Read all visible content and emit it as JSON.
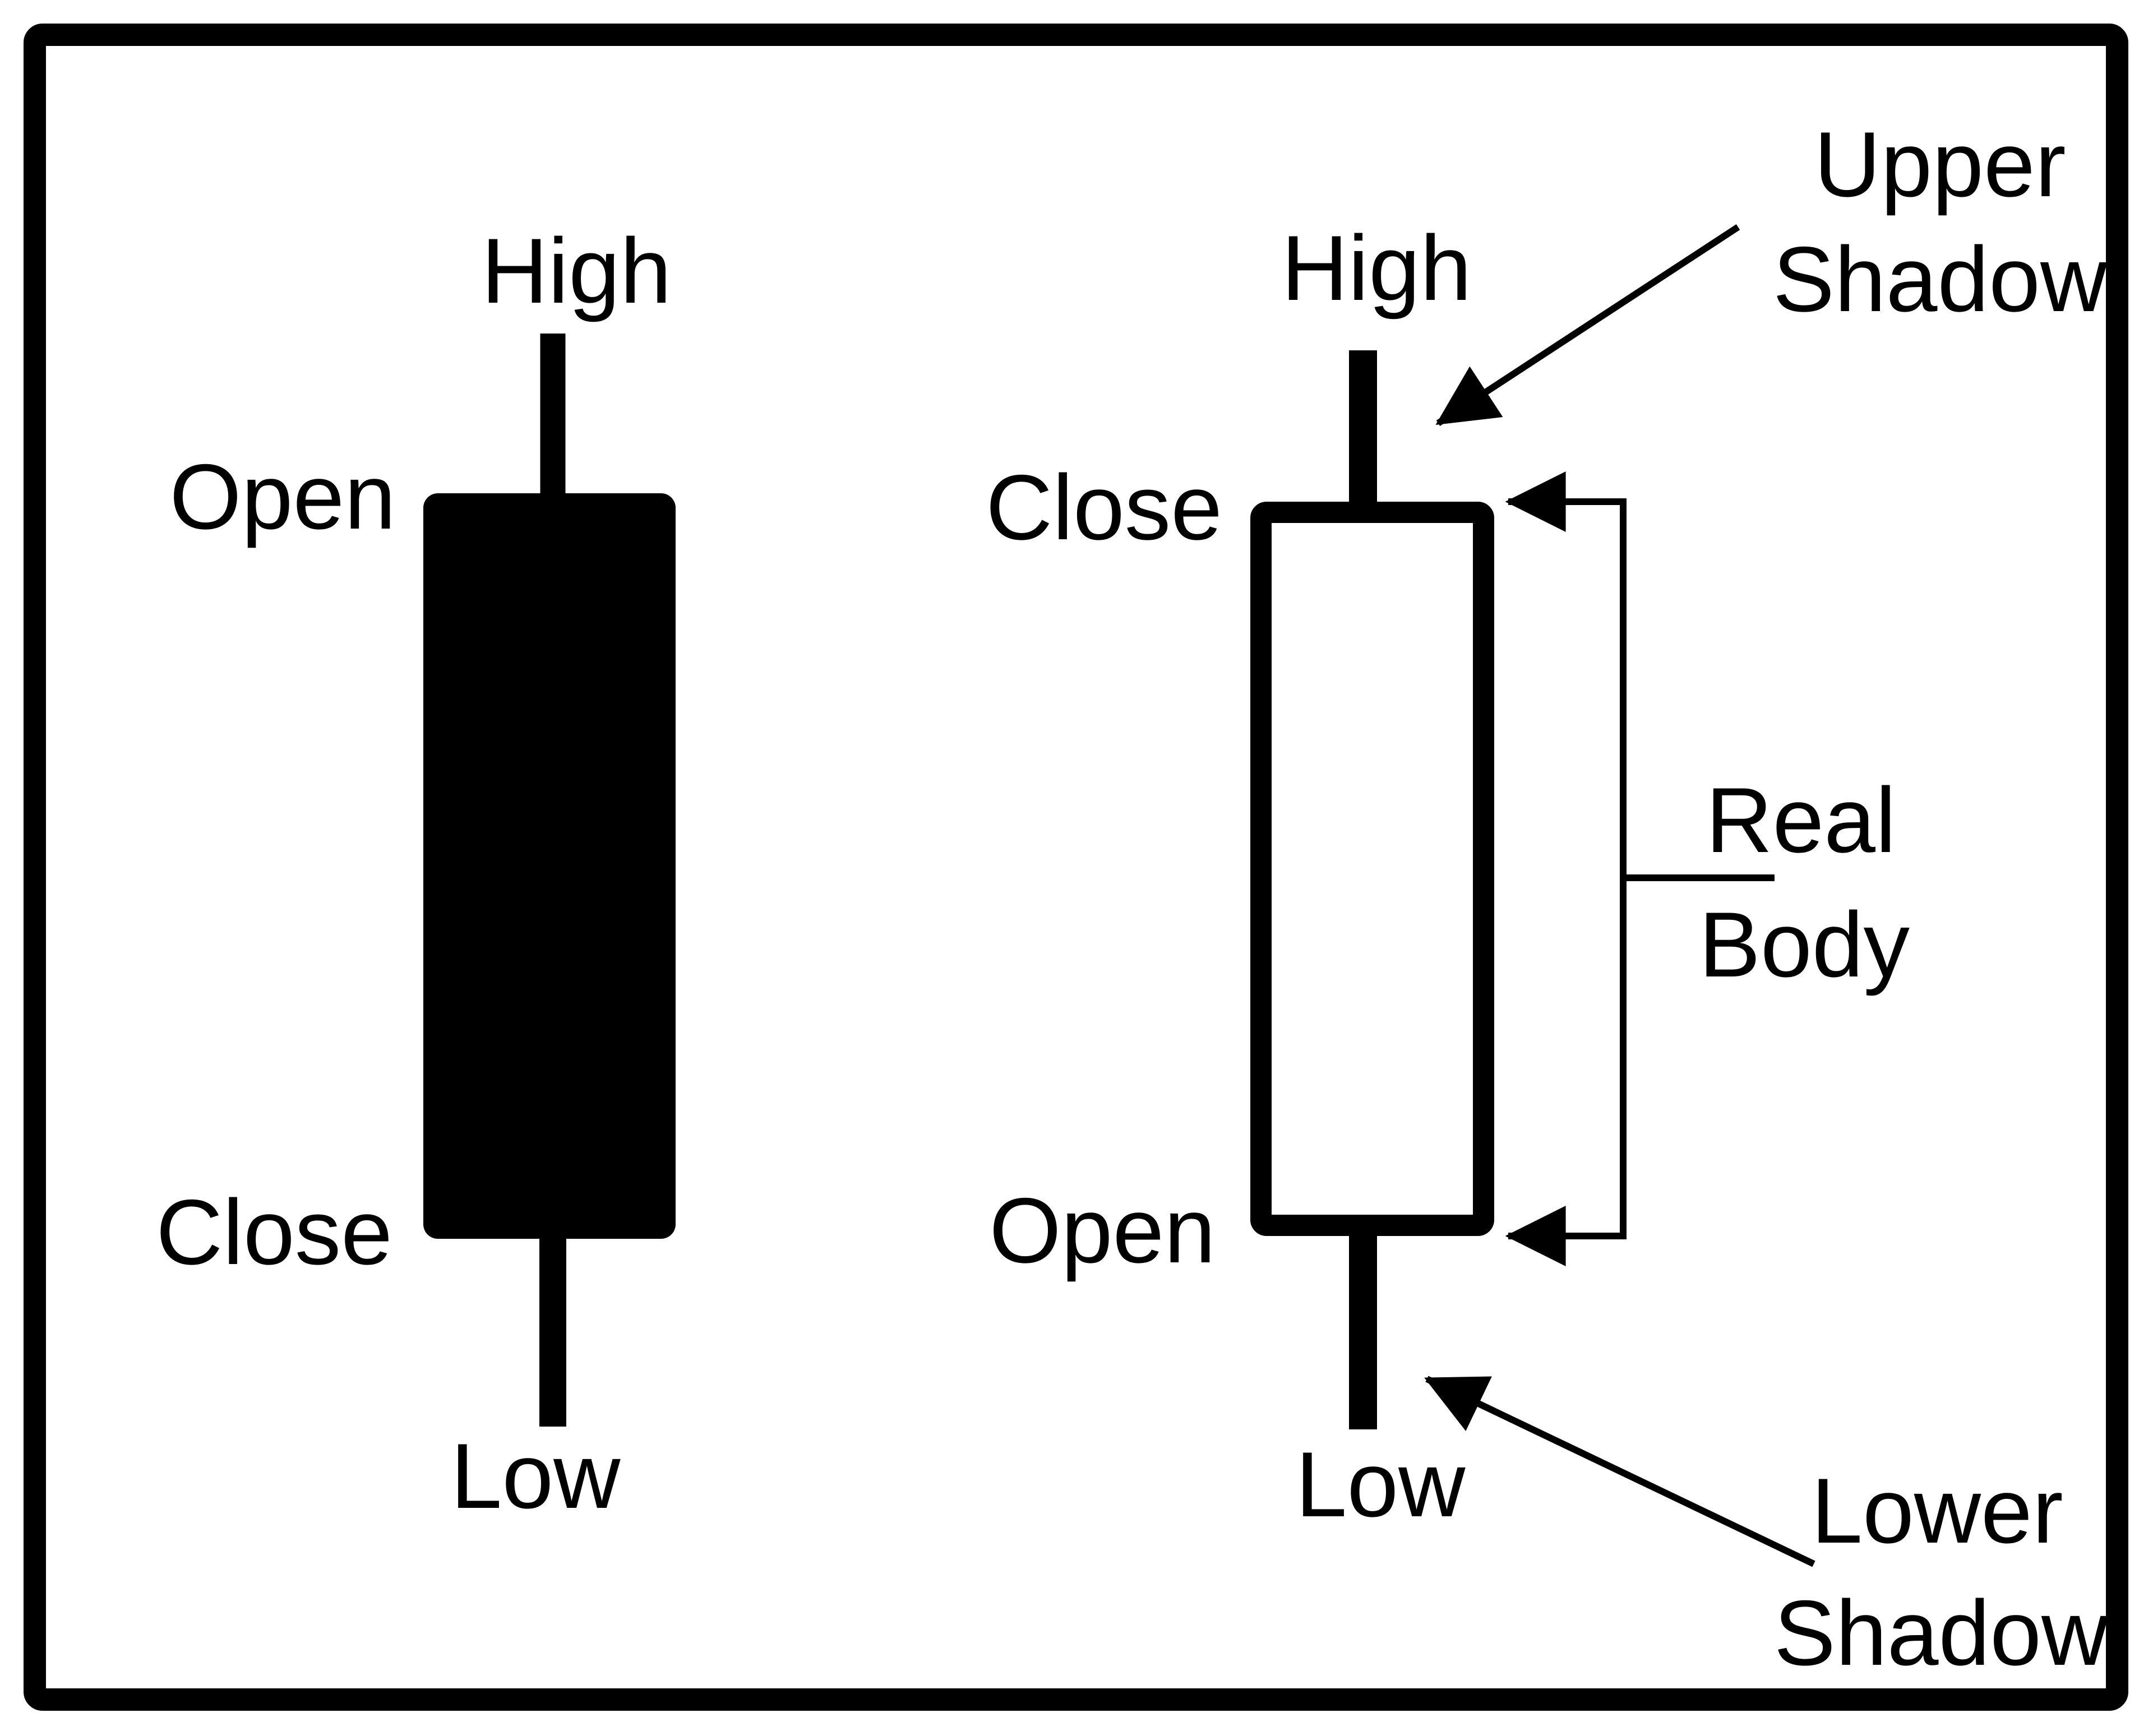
{
  "figure": {
    "kind": "candlestick-anatomy-diagram",
    "colors": {
      "ink": "#000000",
      "paper": "#ffffff",
      "bearish_body_fill": "#000000",
      "bullish_body_fill": "#ffffff"
    },
    "left_candle": {
      "body_style": "filled",
      "high_label": "High",
      "open_label": "Open",
      "close_label": "Close",
      "low_label": "Low"
    },
    "right_candle": {
      "body_style": "hollow",
      "high_label": "High",
      "close_label": "Close",
      "open_label": "Open",
      "low_label": "Low"
    },
    "callouts": {
      "upper_shadow": {
        "line1": "Upper",
        "line2": "Shadow"
      },
      "real_body": {
        "line1": "Real",
        "line2": "Body"
      },
      "lower_shadow": {
        "line1": "Lower",
        "line2": "Shadow"
      }
    }
  }
}
